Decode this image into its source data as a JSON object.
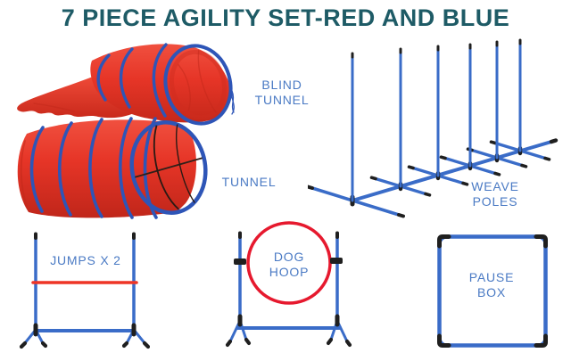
{
  "title": "7 PIECE AGILITY SET-RED AND BLUE",
  "labels": {
    "blind_tunnel": {
      "line1": "BLIND",
      "line2": "TUNNEL"
    },
    "tunnel": {
      "line1": "TUNNEL"
    },
    "weave_poles": {
      "line1": "WEAVE",
      "line2": "POLES"
    },
    "jumps": {
      "line1": "JUMPS X 2"
    },
    "dog_hoop": {
      "line1": "DOG",
      "line2": "HOOP"
    },
    "pause_box": {
      "line1": "PAUSE",
      "line2": "BOX"
    }
  },
  "colors": {
    "bg": "#FFFFFF",
    "title-color": "#1E5B66",
    "label-color": "#4A7AC4",
    "pole-blue": "#3A6CC8",
    "ring-blue": "#2E55B7",
    "red": "#E63527",
    "red-dark": "#C2281A",
    "red-light": "#F0503F",
    "hoop-red": "#E6192E",
    "bar-red": "#EE3526",
    "black-part": "#1F1F1F"
  }
}
